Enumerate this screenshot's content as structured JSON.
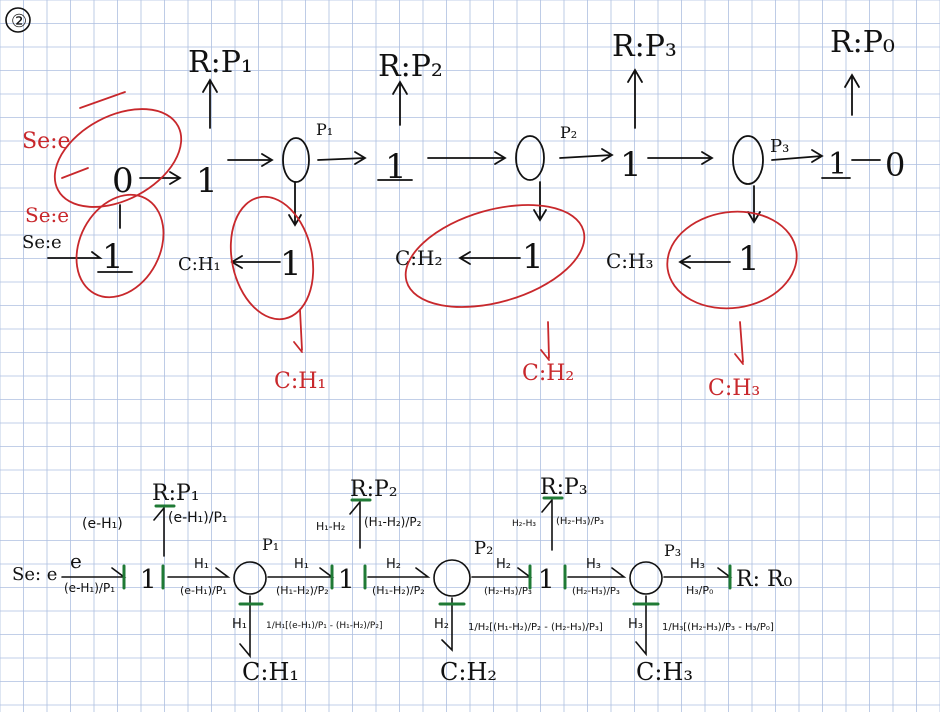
{
  "colors": {
    "grid": "#aebfe0",
    "ink": "#111111",
    "red": "#c8282c",
    "green": "#1f7a35"
  },
  "label_circled_2": "②",
  "top": {
    "resistors": [
      "R:P₁",
      "R:P₂",
      "R:P₃",
      "R:P₀"
    ],
    "pressures": [
      "P₁",
      "P₂",
      "P₃"
    ],
    "capacitors": [
      "C:H₁",
      "C:H₂",
      "C:H₃"
    ],
    "source": "Se:e",
    "red_source_1": "Se:e",
    "red_source_2": "Se:e",
    "red_capacitors": [
      "C:H₁",
      "C:H₂",
      "C:H₃"
    ],
    "junction_0": "0",
    "junction_1": "1"
  },
  "bottom": {
    "resistors": [
      "R:P₁",
      "R:P₂",
      "R:P₃"
    ],
    "end_resistor": "R: R₀",
    "source": "Se: e",
    "capacitors": [
      "C:H₁",
      "C:H₂",
      "C:H₃"
    ],
    "pressures": [
      "P₁",
      "P₂",
      "P₃"
    ],
    "bond_efforts": [
      "e",
      "H₁",
      "H₁",
      "H₂",
      "H₂",
      "H₃",
      "H₃"
    ],
    "bond_flows": [
      "(e-H₁)/P₁",
      "(e-H₁)/P₁",
      "(H₁-H₂)/P₂",
      "(H₁-H₂)/P₂",
      "(H₂-H₃)/P₃",
      "(H₂-H₃)/P₃",
      "H₃/P₀"
    ],
    "resistor_bond_effort": [
      "(e-H₁)",
      "H₁-H₂",
      "H₂-H₃"
    ],
    "resistor_bond_flow": [
      "(e-H₁)/P₁",
      "(H₁-H₂)/P₂",
      "(H₂-H₃)/P₃"
    ],
    "cap_efforts": [
      "H₁",
      "H₂",
      "H₃"
    ],
    "cap_flows": [
      "1/H₁[(e-H₁)/P₁ - (H₁-H₂)/P₂]",
      "1/H₂[(H₁-H₂)/P₂ - (H₂-H₃)/P₃]",
      "1/H₃[(H₂-H₃)/P₃ - H₃/P₀]"
    ],
    "junction_1": "1"
  }
}
